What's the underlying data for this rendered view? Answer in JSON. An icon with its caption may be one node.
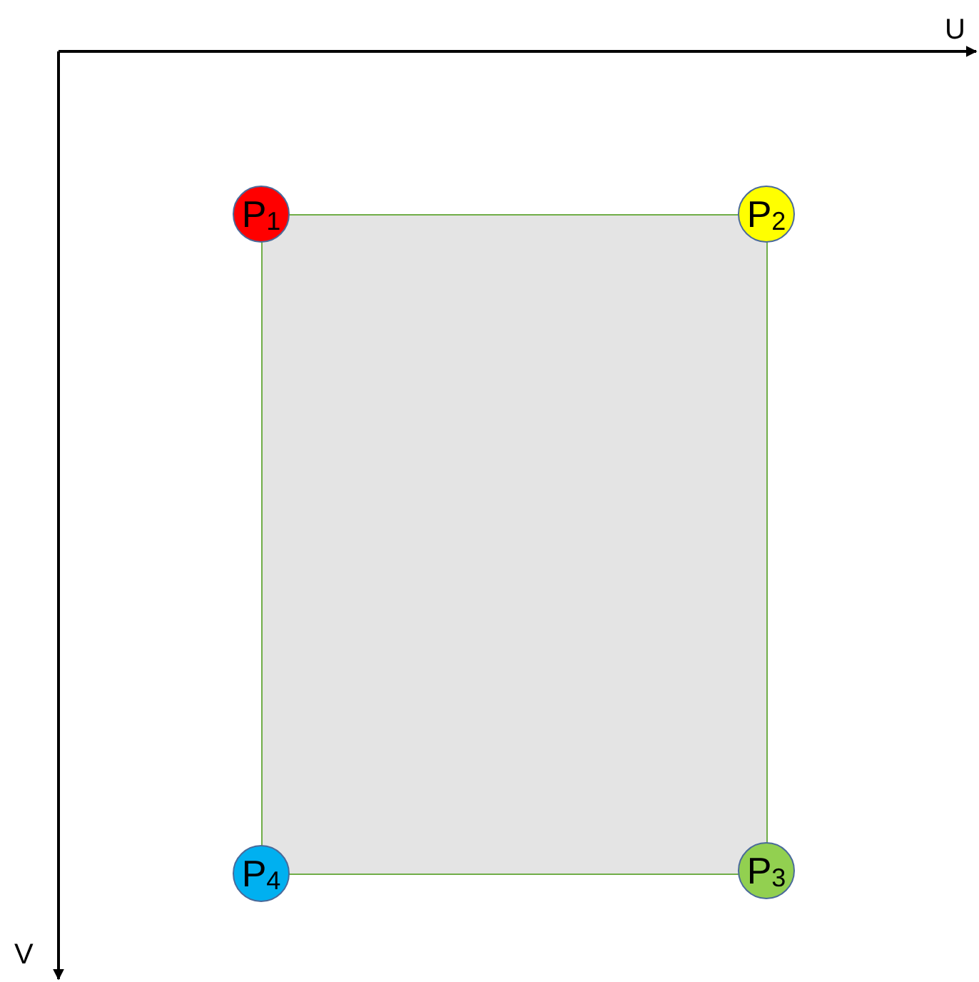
{
  "diagram": {
    "nodes": [
      {
        "text": [],
        "shape": "box"
      },
      {
        "text": [
          "P$_{1}$"
        ]
      },
      {
        "text": [
          "P$_{2}$"
        ]
      },
      {
        "text": [
          "P$_{3}$"
        ]
      },
      {
        "text": [
          "P$_{4}$"
        ]
      }
    ],
    "labels": [
      "U",
      "V"
    ]
  }
}
